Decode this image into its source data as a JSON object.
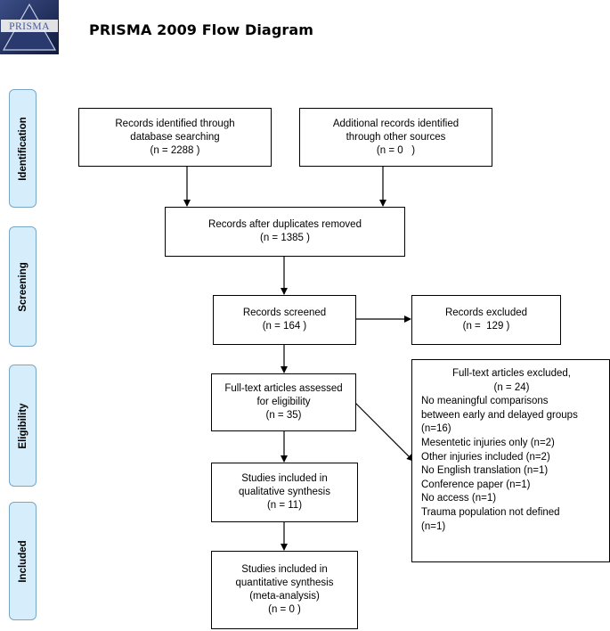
{
  "logo": {
    "text": "PRISMA"
  },
  "title": "PRISMA 2009 Flow Diagram",
  "phases": {
    "identification": "Identification",
    "screening": "Screening",
    "eligibility": "Eligibility",
    "included": "Included"
  },
  "boxes": {
    "db_search": {
      "line1": "Records identified through",
      "line2": "database searching",
      "line3": "(n = 2288 )"
    },
    "other_sources": {
      "line1": "Additional records identified",
      "line2": "through other sources",
      "line3": "(n = 0   )"
    },
    "duplicates_removed": {
      "line1": "Records after duplicates removed",
      "line2": "(n = 1385 )"
    },
    "screened": {
      "line1": "Records screened",
      "line2": "(n = 164 )"
    },
    "excluded": {
      "line1": "Records excluded",
      "line2": "(n =  129 )"
    },
    "fulltext_assessed": {
      "line1": "Full-text articles assessed",
      "line2": "for eligibility",
      "line3": "(n = 35)"
    },
    "qualitative": {
      "line1": "Studies included in",
      "line2": "qualitative synthesis",
      "line3": "(n = 11)"
    },
    "quantitative": {
      "line1": "Studies included in",
      "line2": "quantitative synthesis",
      "line3": "(meta-analysis)",
      "line4": "(n = 0 )"
    }
  },
  "fulltext_excluded": {
    "heading": "Full-text articles excluded,",
    "count": "(n = 24)",
    "reasons": [
      "No meaningful comparisons",
      "between early and delayed groups",
      "(n=16)",
      "Mesentetic injuries only (n=2)",
      "Other injuries included (n=2)",
      "No English translation (n=1)",
      "Conference paper (n=1)",
      "No access (n=1)",
      "Trauma population not defined",
      "(n=1)"
    ]
  }
}
